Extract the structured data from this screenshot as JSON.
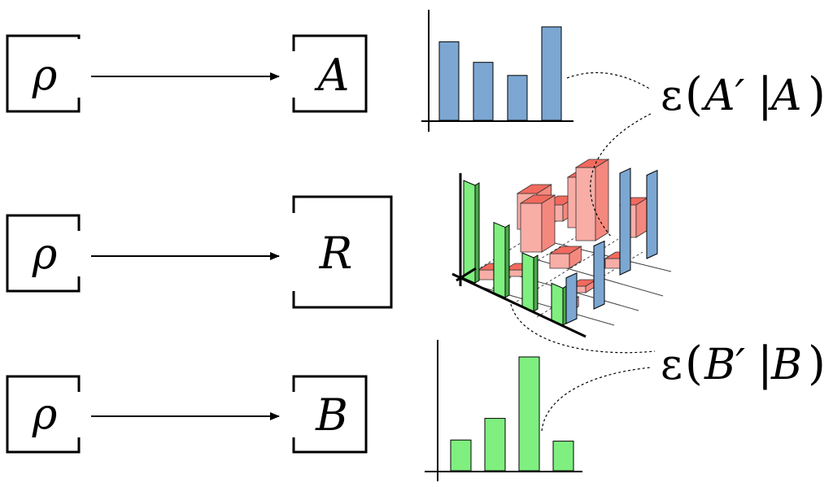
{
  "rows": [
    {
      "source": "ρ",
      "target": "A"
    },
    {
      "source": "ρ",
      "target": "R"
    },
    {
      "source": "ρ",
      "target": "B"
    }
  ],
  "error_labels": {
    "A": {
      "epsilon": "ε",
      "open": "(",
      "prime": "A′",
      "bar": "|",
      "cond": "A",
      "close": ")"
    },
    "B": {
      "epsilon": "ε",
      "open": "(",
      "prime": "B′",
      "bar": "|",
      "cond": "B",
      "close": ")"
    }
  },
  "histograms": {
    "A": {
      "values": [
        0.84,
        0.62,
        0.48,
        1.0
      ],
      "color": "#7ba7d2"
    },
    "B": {
      "values": [
        0.27,
        0.46,
        1.0,
        0.26
      ],
      "color": "#7fef7f"
    }
  },
  "joint": {
    "red_color": "#f26a5e",
    "green_marginal": [
      1.0,
      0.72,
      0.55,
      0.38
    ],
    "blue_marginal": [
      1.0,
      0.82,
      0.62,
      0.45
    ]
  }
}
